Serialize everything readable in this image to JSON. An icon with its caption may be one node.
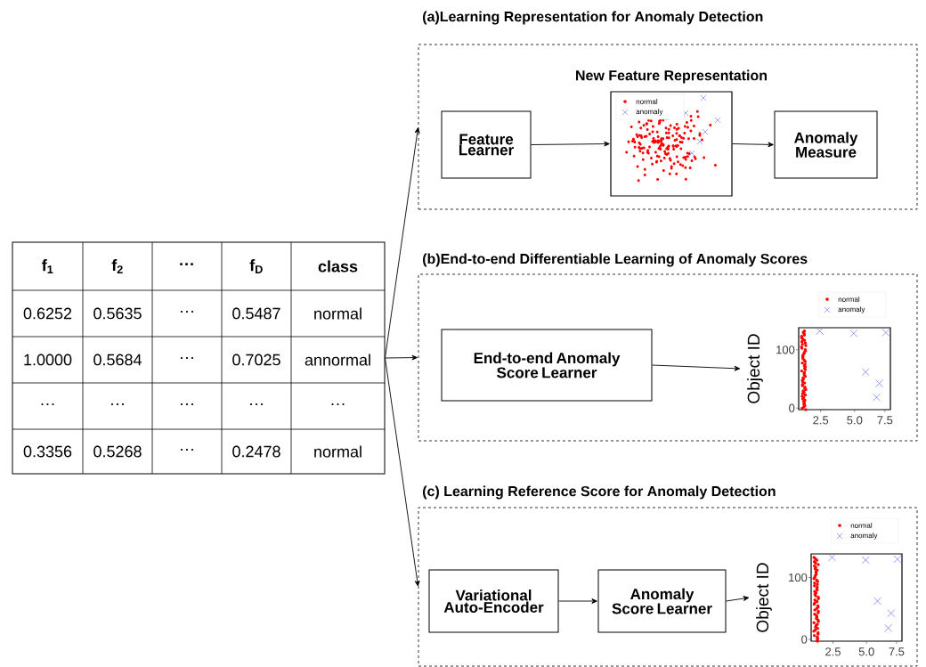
{
  "diagram": {
    "nodes": [
      {
        "text": [
          "f$_{1}$",
          "f$_{2}$",
          "···",
          "f$_{D}$",
          "class",
          "0.6252",
          "0.5635",
          "···",
          "0.5487",
          "normal",
          "1.0000",
          "0.5684",
          "···",
          "0.7025",
          "annormal",
          "···",
          "···",
          "···",
          "···",
          "···",
          "0.3356",
          "0.5268",
          "···",
          "0.2478",
          "normal"
        ]
      },
      {
        "text": [
          "(a)Learning Representation for Anomaly Detection"
        ]
      },
      {
        "text": [
          "Feature Learner"
        ],
        "in": 1
      },
      {
        "text": [
          "New Feature Representation"
        ],
        "in": 1
      },
      {
        "text": [
          "Anomaly Measure"
        ],
        "in": 1
      },
      {
        "text": [
          "(b)End-to-end Differentiable Learning of Anomaly Scores"
        ]
      },
      {
        "text": [
          "End-to-end Anomaly Score Learner"
        ],
        "in": 5
      },
      {
        "text": [
          "Object ID",
          "100",
          "0",
          "2.5",
          "5.0",
          "7.5"
        ],
        "in": 5
      },
      {
        "text": [
          "(c) Learning Reference Score for Anomaly Detection"
        ]
      },
      {
        "text": [
          "Variational Auto-Encoder"
        ],
        "in": 8
      },
      {
        "text": [
          "Anomaly Score Learner"
        ],
        "in": 8
      },
      {
        "text": [
          "Object ID",
          "100",
          "0",
          "2.5",
          "5.0",
          "7.5"
        ],
        "in": 8
      }
    ],
    "edges": [
      {
        "from": 0,
        "to": 1,
        "arrow": "to"
      },
      {
        "from": 0,
        "to": 5,
        "arrow": "to"
      },
      {
        "from": 0,
        "to": 8,
        "arrow": "to"
      },
      {
        "from": 2,
        "to": 3,
        "arrow": "to"
      },
      {
        "from": 3,
        "to": 4,
        "arrow": "to"
      },
      {
        "from": 6,
        "to": 7,
        "arrow": "to"
      },
      {
        "from": 9,
        "to": 10,
        "arrow": "to"
      },
      {
        "from": 10,
        "to": 11,
        "arrow": "to"
      }
    ],
    "legend": [
      {
        "text": "normal"
      },
      {
        "text": "anomaly"
      },
      {
        "text": "normal"
      },
      {
        "text": "anomaly"
      },
      {
        "text": "normal"
      },
      {
        "text": "anomaly"
      }
    ]
  }
}
